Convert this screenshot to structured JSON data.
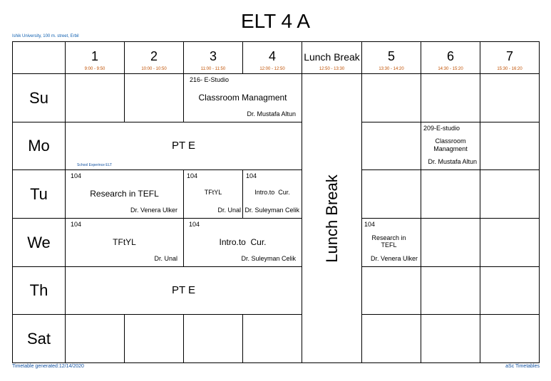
{
  "title": "ELT 4 A",
  "school": "Ishik University, 100 m. street, Erbil",
  "periods": [
    {
      "label": "1",
      "time": "9:00 - 9:50"
    },
    {
      "label": "2",
      "time": "10:00 - 10:50"
    },
    {
      "label": "3",
      "time": "11:00 - 11:50"
    },
    {
      "label": "4",
      "time": "12:00 - 12:50"
    },
    {
      "label": "Lunch Break",
      "time": "12:50 - 13:30"
    },
    {
      "label": "5",
      "time": "13:30 - 14:20"
    },
    {
      "label": "6",
      "time": "14:30 - 15:20"
    },
    {
      "label": "7",
      "time": "15:30 - 16:20"
    }
  ],
  "days": [
    "Su",
    "Mo",
    "Tu",
    "We",
    "Th",
    "Sat"
  ],
  "lunch_label": "Lunch Break",
  "lessons": {
    "su_cm": {
      "room": "216- E-Studio",
      "subject": "Classroom Managment",
      "teacher": "Dr. Mustafa Altun"
    },
    "mo_pte": {
      "subject": "PT E",
      "note": "School Experince ELT"
    },
    "mo_cm": {
      "room": "209-E-studio",
      "subject_1": "Classroom",
      "subject_2": "Managment",
      "teacher": "Dr. Mustafa Altun"
    },
    "tu_res": {
      "room": "104",
      "subject": "Research in TEFL",
      "teacher": "Dr. Venera Ulker"
    },
    "tu_tf": {
      "room": "104",
      "subject": "TFtYL",
      "teacher": "Dr. Unal"
    },
    "tu_intro": {
      "room": "104",
      "subject": "Intro.to  Cur.",
      "teacher": "Dr. Suleyman Celik"
    },
    "we_tf": {
      "room": "104",
      "subject": "TFtYL",
      "teacher": "Dr. Unal"
    },
    "we_intro": {
      "room": "104",
      "subject": "Intro.to  Cur.",
      "teacher": "Dr. Suleyman Celik"
    },
    "we_res": {
      "room": "104",
      "subject_1": "Research in",
      "subject_2": "TEFL",
      "teacher": "Dr. Venera Ulker"
    },
    "th_pte": {
      "subject": "PT E"
    }
  },
  "footer": {
    "generated": "Timetable generated:12/14/2020",
    "brand": "aSc Timetables"
  }
}
